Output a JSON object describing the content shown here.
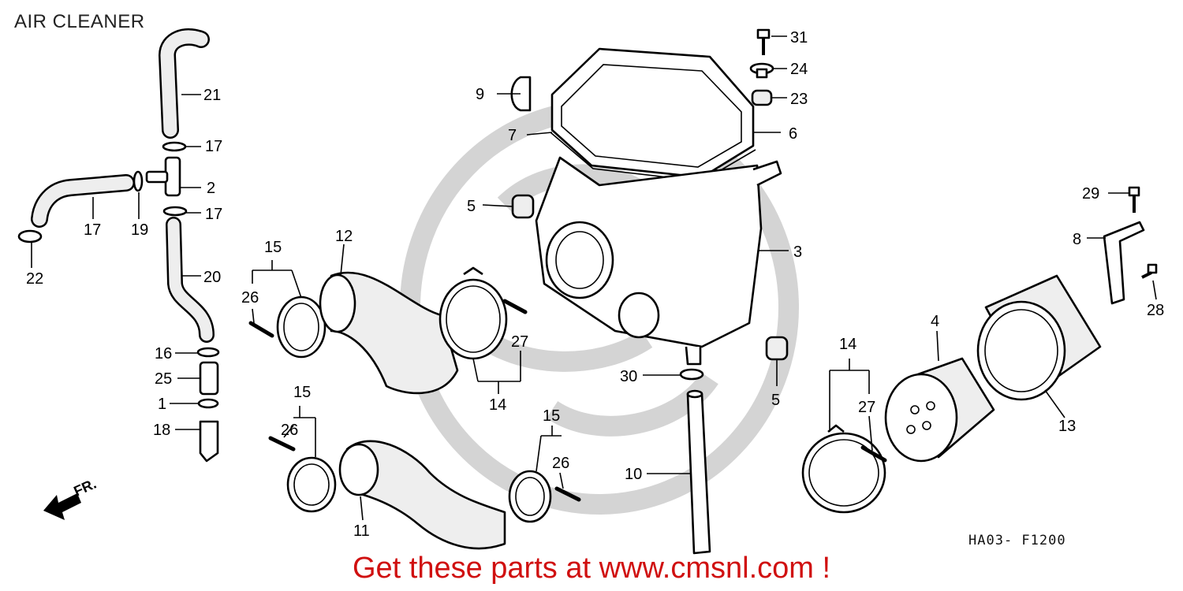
{
  "title": "AIR CLEANER",
  "diagram_code": "HA03- F1200",
  "direction_label": "FR.",
  "banner": "Get these parts at www.cmsnl.com !",
  "callouts": [
    {
      "id": "31",
      "text": "31"
    },
    {
      "id": "24",
      "text": "24"
    },
    {
      "id": "23",
      "text": "23"
    },
    {
      "id": "6",
      "text": "6"
    },
    {
      "id": "9",
      "text": "9"
    },
    {
      "id": "7",
      "text": "7"
    },
    {
      "id": "21",
      "text": "21"
    },
    {
      "id": "17a",
      "text": "17"
    },
    {
      "id": "2",
      "text": "2"
    },
    {
      "id": "17b",
      "text": "17"
    },
    {
      "id": "19",
      "text": "19"
    },
    {
      "id": "17c",
      "text": "17"
    },
    {
      "id": "22",
      "text": "22"
    },
    {
      "id": "20",
      "text": "20"
    },
    {
      "id": "16",
      "text": "16"
    },
    {
      "id": "25",
      "text": "25"
    },
    {
      "id": "1",
      "text": "1"
    },
    {
      "id": "18",
      "text": "18"
    },
    {
      "id": "15a",
      "text": "15"
    },
    {
      "id": "26a",
      "text": "26"
    },
    {
      "id": "12",
      "text": "12"
    },
    {
      "id": "27a",
      "text": "27"
    },
    {
      "id": "14a",
      "text": "14"
    },
    {
      "id": "5a",
      "text": "5"
    },
    {
      "id": "3",
      "text": "3"
    },
    {
      "id": "29",
      "text": "29"
    },
    {
      "id": "8",
      "text": "8"
    },
    {
      "id": "28",
      "text": "28"
    },
    {
      "id": "4",
      "text": "4"
    },
    {
      "id": "13",
      "text": "13"
    },
    {
      "id": "14b",
      "text": "14"
    },
    {
      "id": "27b",
      "text": "27"
    },
    {
      "id": "5b",
      "text": "5"
    },
    {
      "id": "30",
      "text": "30"
    },
    {
      "id": "10",
      "text": "10"
    },
    {
      "id": "15b",
      "text": "15"
    },
    {
      "id": "26b",
      "text": "26"
    },
    {
      "id": "15c",
      "text": "15"
    },
    {
      "id": "26c",
      "text": "26"
    },
    {
      "id": "11",
      "text": "11"
    }
  ]
}
